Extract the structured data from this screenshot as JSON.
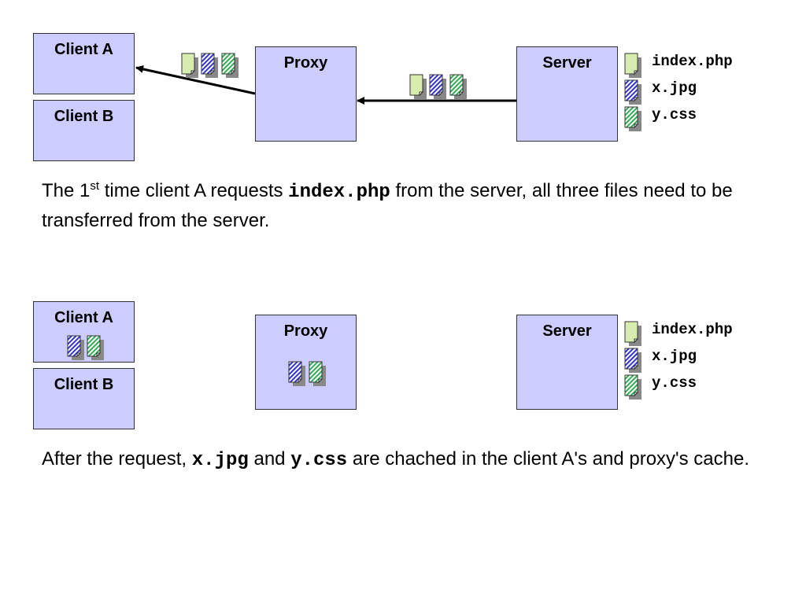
{
  "colors": {
    "node_fill": "#ccccff",
    "node_border": "#333333",
    "doc_php": "#d9ecb0",
    "doc_jpg": "#3333cc",
    "doc_css": "#33aa55",
    "doc_shadow": "#888888"
  },
  "scene1": {
    "client_a": "Client A",
    "client_b": "Client B",
    "proxy": "Proxy",
    "server": "Server",
    "files": [
      "index.php",
      "x.jpg",
      "y.css"
    ],
    "caption": {
      "pre": "The 1",
      "sup": "st",
      "mid": " time client A requests ",
      "code": "index.php",
      "post": " from the server, all three files need to be transferred from the server."
    }
  },
  "scene2": {
    "client_a": "Client A",
    "client_b": "Client B",
    "proxy": "Proxy",
    "server": "Server",
    "files": [
      "index.php",
      "x.jpg",
      "y.css"
    ],
    "caption": {
      "pre": "After the request, ",
      "code1": "x.jpg",
      "mid": " and ",
      "code2": "y.css",
      "post": " are chached in the client A's and proxy's cache."
    }
  }
}
